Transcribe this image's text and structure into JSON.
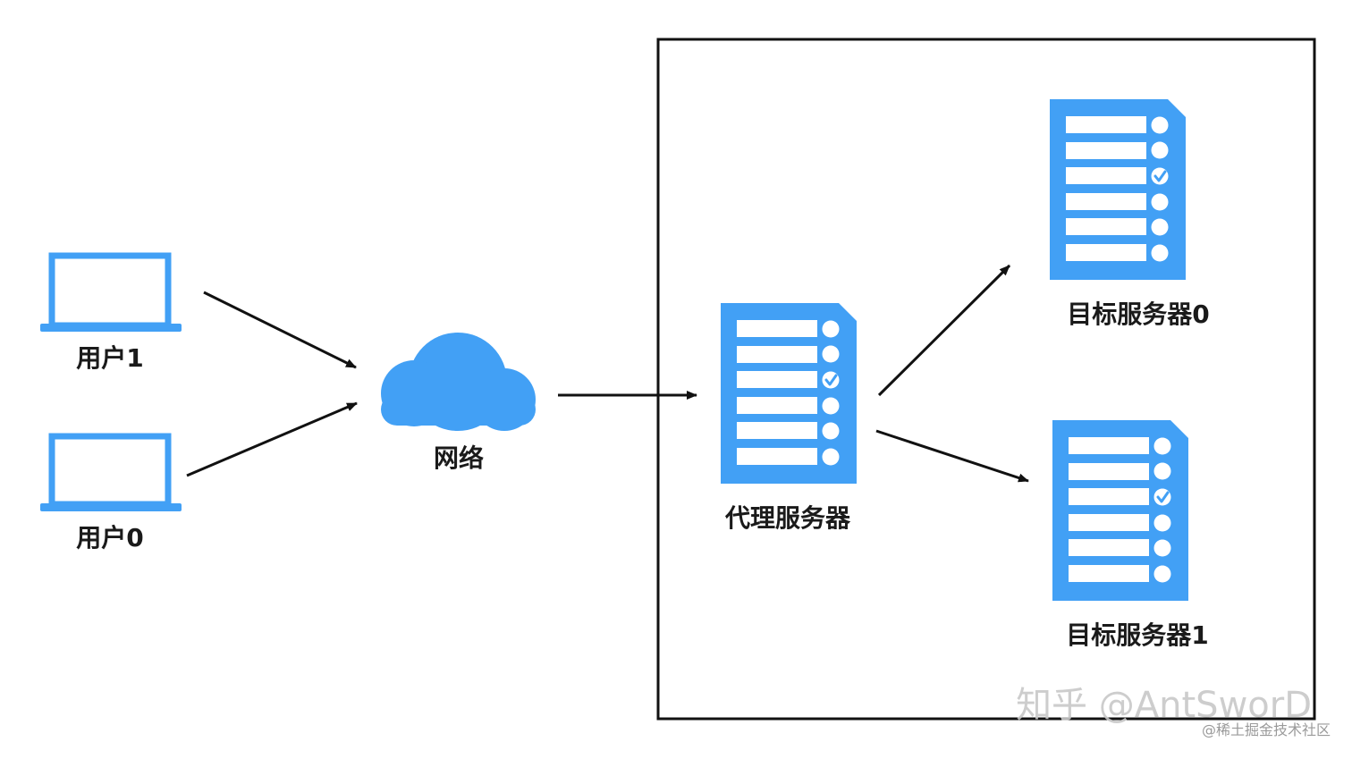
{
  "labels": {
    "user1": "用户1",
    "user0": "用户0",
    "network": "网络",
    "proxy": "代理服务器",
    "target0": "目标服务器0",
    "target1": "目标服务器1"
  },
  "watermark": {
    "main": "知乎 @AntSworD",
    "sub": "@稀土掘金技术社区"
  },
  "colors": {
    "icon_blue": "#42a0f5",
    "line": "#111111",
    "label": "#1a1a1a"
  },
  "icons": [
    "laptop-icon",
    "cloud-icon",
    "server-checklist-icon"
  ]
}
